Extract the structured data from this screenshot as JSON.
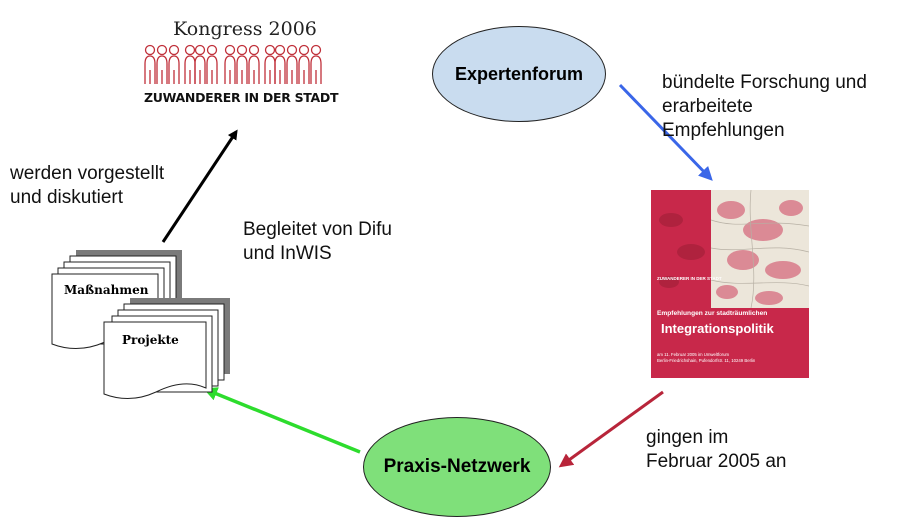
{
  "kongress": {
    "title": "Kongress 2006",
    "logo_text": "ZUWANDERER IN DER STADT"
  },
  "expertenforum": {
    "label": "Expertenforum",
    "fill": "#c9dcef"
  },
  "praxis_netzwerk": {
    "label": "Praxis-Netzwerk",
    "fill": "#7fe07a"
  },
  "annotations": {
    "vorgestellt": "werden vorgestellt\nund diskutiert",
    "begleitet": "Begleitet von Difu\nund InWIS",
    "buendelte": "bündelte Forschung und\nerarbeitete\nEmpfehlungen",
    "gingen": "gingen im\nFebruar 2005  an"
  },
  "documents": {
    "back_label": "Maßnahmen",
    "front_label": "Projekte"
  },
  "book_cover": {
    "logo_text": "ZUWANDERER IN DER STADT",
    "subtitle": "Empfehlungen zur stadträumlichen",
    "title": "Integrationspolitik",
    "footer": "am 11. Februar 2005 im Umweltforum\nBerlin-Friedrichshain, Pufendorfstr. 11, 10249 Berlin",
    "accent": "#c8284a"
  },
  "arrows": {
    "black": "#000000",
    "blue": "#3a66e8",
    "red": "#b8253a",
    "green": "#2ddc2d"
  }
}
